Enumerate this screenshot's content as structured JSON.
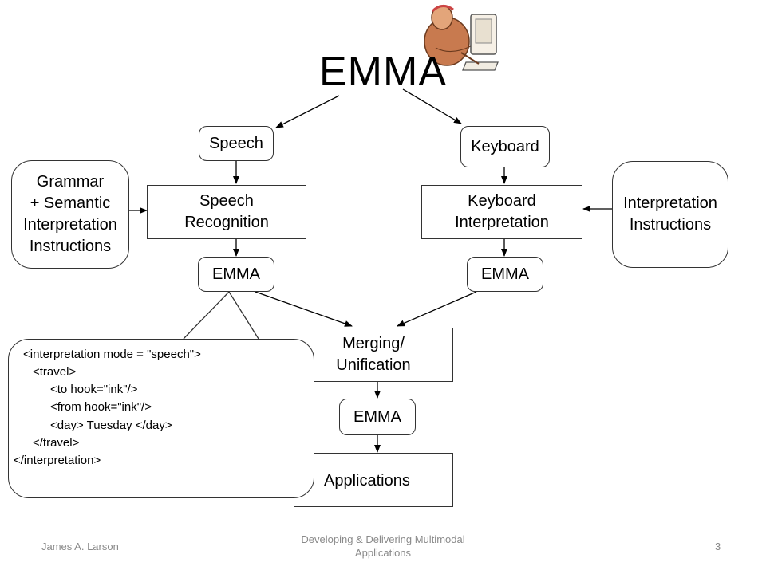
{
  "slide": {
    "title": "EMMA",
    "footer": {
      "author": "James A. Larson",
      "center": "Developing & Delivering Multimodal\nApplications",
      "page": "3"
    }
  },
  "nodes": {
    "speech": "Speech",
    "keyboard": "Keyboard",
    "grammar": "Grammar\n+ Semantic\nInterpretation\nInstructions",
    "speech_recognition": "Speech\nRecognition",
    "keyboard_interpretation": "Keyboard\nInterpretation",
    "interpretation_instructions": "Interpretation\nInstructions",
    "emma_left": "EMMA",
    "emma_right": "EMMA",
    "merging": "Merging/\nUnification",
    "emma_center": "EMMA",
    "applications": "Applications"
  },
  "callout_lines": [
    "<interpretation mode = \"speech\">",
    "<travel>",
    "<to hook=\"ink\"/>",
    "<from hook=\"ink\"/>",
    "<day> Tuesday </day>",
    "</travel>",
    "</interpretation>"
  ],
  "colors": {
    "border": "#333333",
    "footer_text": "#8a8a8a",
    "clipart_figure": "#c87a4f"
  },
  "icons": [
    "person-at-computer-icon"
  ]
}
